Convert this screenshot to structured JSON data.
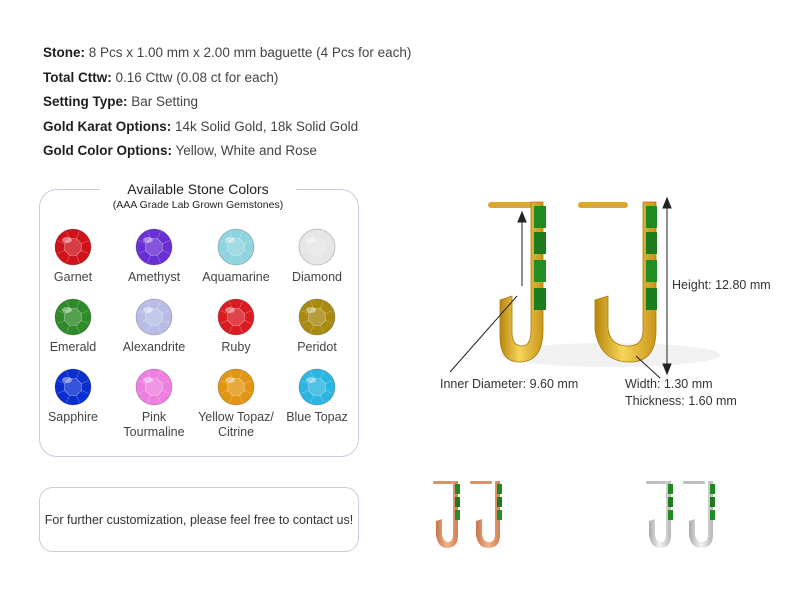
{
  "specs": [
    {
      "key": "Stone",
      "value": " 8 Pcs x 1.00 mm x 2.00 mm baguette (4 Pcs for each)"
    },
    {
      "key": "Total Cttw",
      "value": " 0.16 Cttw (0.08 ct for each)"
    },
    {
      "key": "Setting Type",
      "value": " Bar Setting"
    },
    {
      "key": "Gold Karat Options",
      "value": " 14k Solid Gold, 18k Solid Gold"
    },
    {
      "key": "Gold Color Options",
      "value": " Yellow, White and Rose"
    }
  ],
  "stone_colors": {
    "title": "Available Stone Colors",
    "subtitle": "(AAA Grade Lab Grown Gemstones)",
    "gems": [
      {
        "label": "Garnet",
        "color": "#d0121b"
      },
      {
        "label": "Amethyst",
        "color": "#6a2fd4"
      },
      {
        "label": "Aquamarine",
        "color": "#8fd3df"
      },
      {
        "label": "Diamond",
        "color": "#e6e6e6"
      },
      {
        "label": "Emerald",
        "color": "#2f8a2a"
      },
      {
        "label": "Alexandrite",
        "color": "#b9bde6"
      },
      {
        "label": "Ruby",
        "color": "#d91b22"
      },
      {
        "label": "Peridot",
        "color": "#a78a0f"
      },
      {
        "label": "Sapphire",
        "color": "#0a2fd1"
      },
      {
        "label": "Pink\nTourmaline",
        "color": "#ee7fe0"
      },
      {
        "label": "Yellow Topaz/\nCitrine",
        "color": "#e29512"
      },
      {
        "label": "Blue Topaz",
        "color": "#2bb5e0"
      }
    ]
  },
  "contact": {
    "text": "For further customization, please feel free to contact us!"
  },
  "dimensions": {
    "height": "Height: 12.80 mm",
    "inner_diameter": "Inner Diameter: 9.60 mm",
    "width": "Width: 1.30 mm",
    "thickness": "Thickness: 1.60 mm"
  },
  "metal_colors": {
    "yellow": "#e8b930",
    "rose": "#e69b6e",
    "white": "#d4d4d4",
    "stone": "#1f8a1f"
  }
}
